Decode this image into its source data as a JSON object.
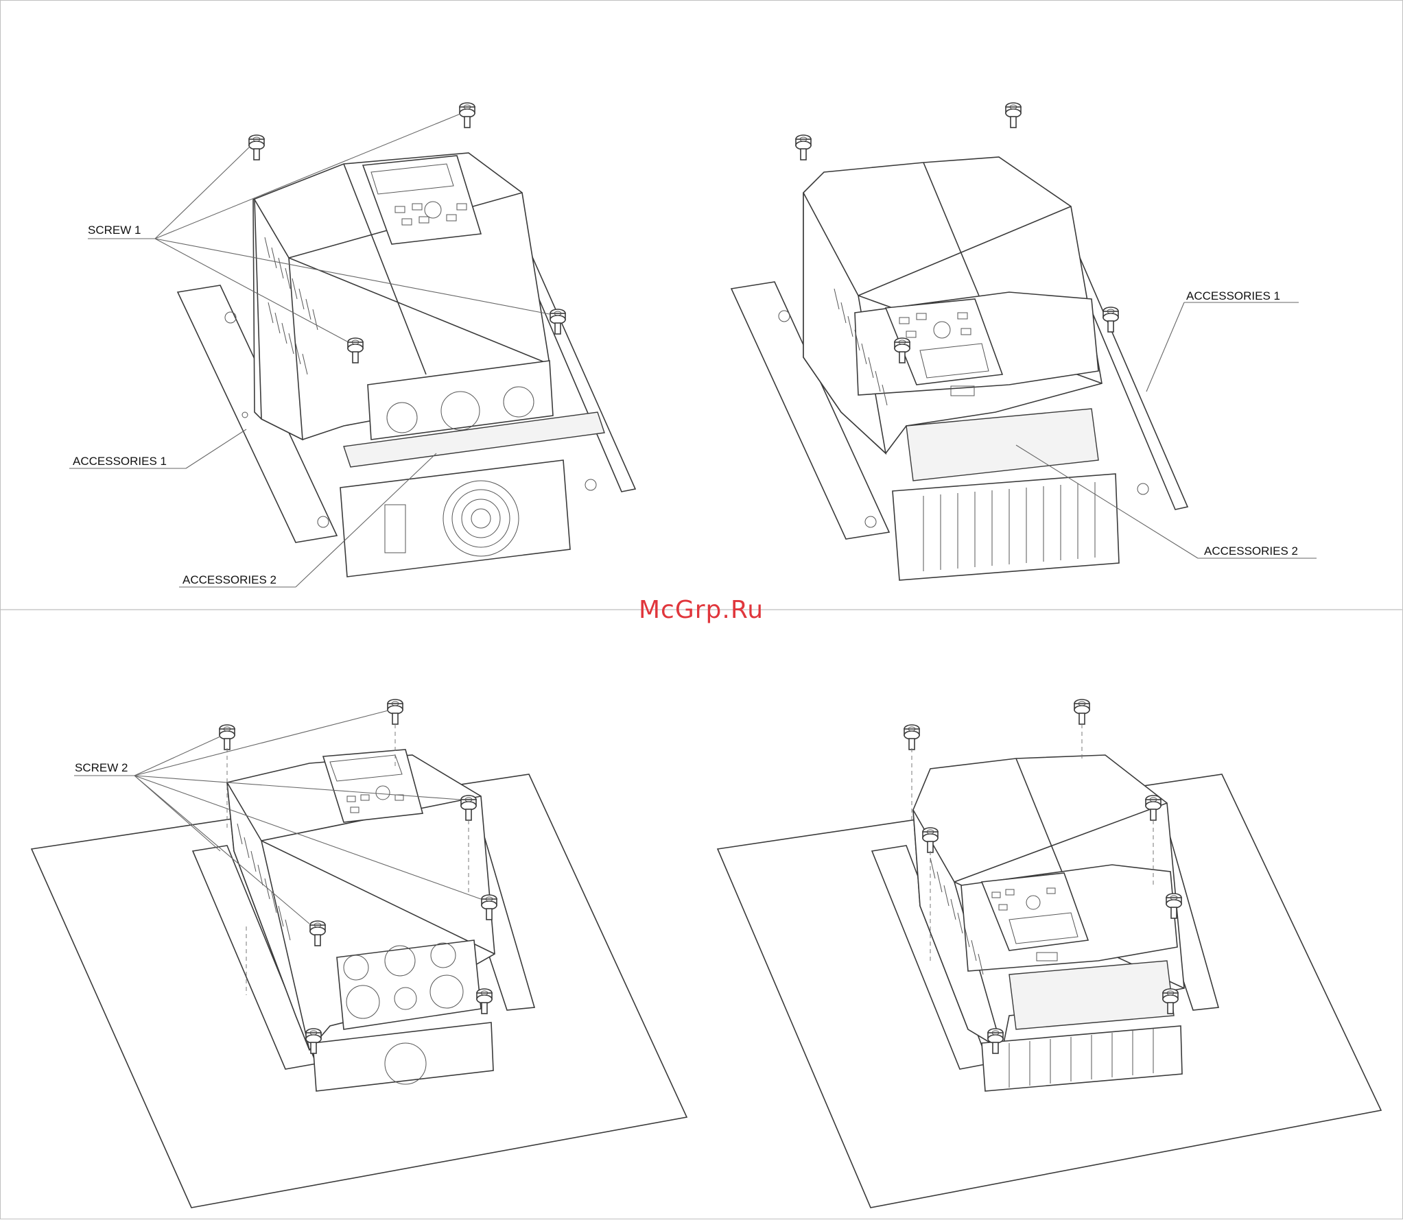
{
  "watermark": "McGrp.Ru",
  "panels": {
    "top_left": {
      "screw_label": "SCREW 1",
      "accessories_1_label": "ACCESSORIES 1",
      "accessories_2_label": "ACCESSORIES 2"
    },
    "top_right": {
      "accessories_1_label": "ACCESSORIES 1",
      "accessories_2_label": "ACCESSORIES 2"
    },
    "bottom_left": {
      "screw_label": "SCREW 2"
    }
  }
}
